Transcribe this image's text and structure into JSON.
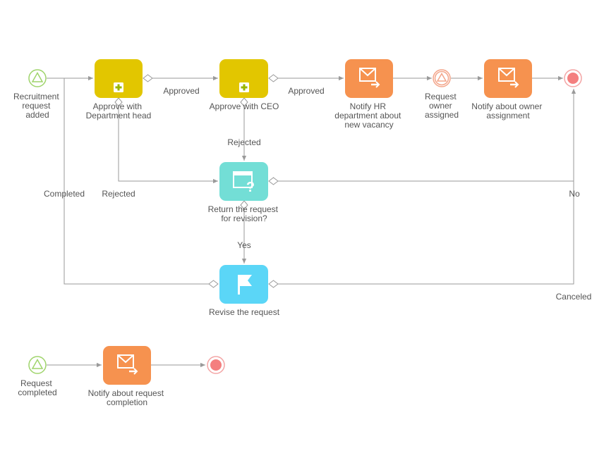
{
  "colors": {
    "approval": "#e2c600",
    "notify": "#f6924f",
    "question": "#73ded6",
    "flag": "#5bd6f7",
    "start_event": "#9fd46b",
    "intermediate_event": "#f3a58a",
    "end_event": "#f47f7f",
    "connector": "#9a9a9a"
  },
  "events": {
    "start_recruitment": [
      "Recruitment",
      "request",
      "added"
    ],
    "owner_assigned": [
      "Request",
      "owner",
      "assigned"
    ],
    "start_completed": [
      "Request",
      "completed"
    ]
  },
  "tasks": {
    "approve_dept": {
      "icon": "plus-icon",
      "label": [
        "Approve with",
        "Department head"
      ]
    },
    "approve_ceo": {
      "icon": "plus-icon",
      "label": [
        "Approve with CEO"
      ]
    },
    "notify_hr": {
      "icon": "email-send-icon",
      "label": [
        "Notify HR",
        "department about",
        "new vacancy"
      ]
    },
    "notify_owner": {
      "icon": "email-send-icon",
      "label": [
        "Notify about owner",
        "assignment"
      ]
    },
    "return_revision": {
      "icon": "window-question-icon",
      "label": [
        "Return the request",
        "for revision?"
      ]
    },
    "revise_request": {
      "icon": "flag-icon",
      "label": [
        "Revise the request"
      ]
    },
    "notify_completion": {
      "icon": "email-send-icon",
      "label": [
        "Notify about request",
        "completion"
      ]
    }
  },
  "flow_labels": {
    "approved_1": "Approved",
    "approved_2": "Approved",
    "rejected_ceo": "Rejected",
    "rejected_dept": "Rejected",
    "completed": "Completed",
    "yes": "Yes",
    "no": "No",
    "canceled": "Canceled"
  }
}
